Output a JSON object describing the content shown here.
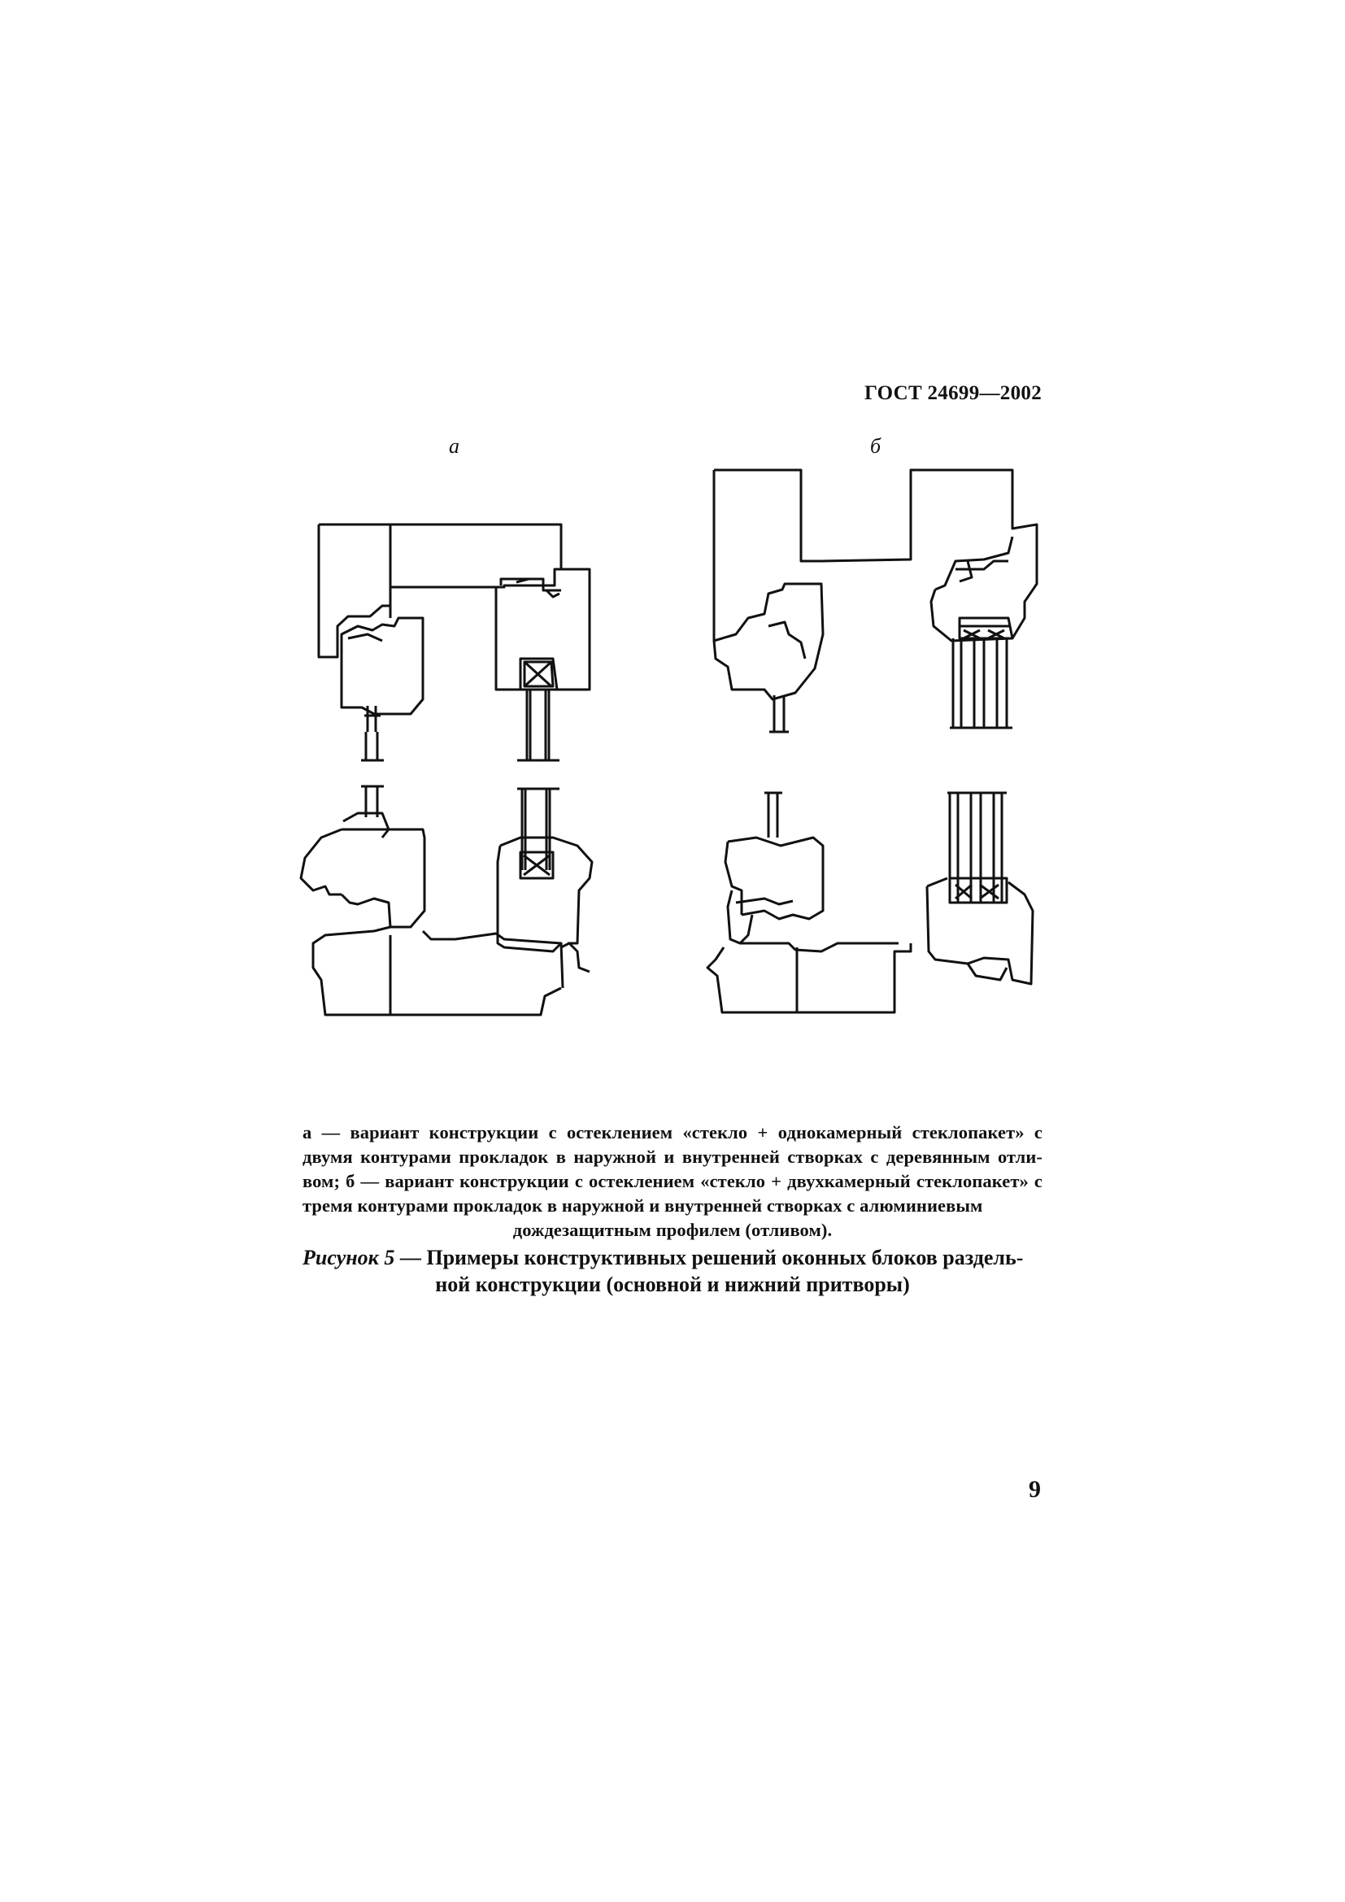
{
  "header": {
    "doc_code": "ГОСТ 24699—2002"
  },
  "figure": {
    "label_a": "а",
    "label_b": "б",
    "caption_line1": "а — вариант конструкции с остеклением «стекло + однокамерный стеклопакет» с двумя контурами прокладок в наружной и внутренней створках с деревянным отли-вом; б — вариант конструкции с остеклением «стекло + двухкамерный стеклопакет» с тремя контурами прокладок в наружной и внутренней створках с алюминиевым",
    "caption_line2": "дождезащитным профилем (отливом).",
    "title_lead": "Рисунок 5",
    "title_rest": " — Примеры конструктивных решений оконных блоков раздель-",
    "title_line2": "ной конструкции (основной и нижний притворы)"
  },
  "footer": {
    "page_number": "9"
  }
}
